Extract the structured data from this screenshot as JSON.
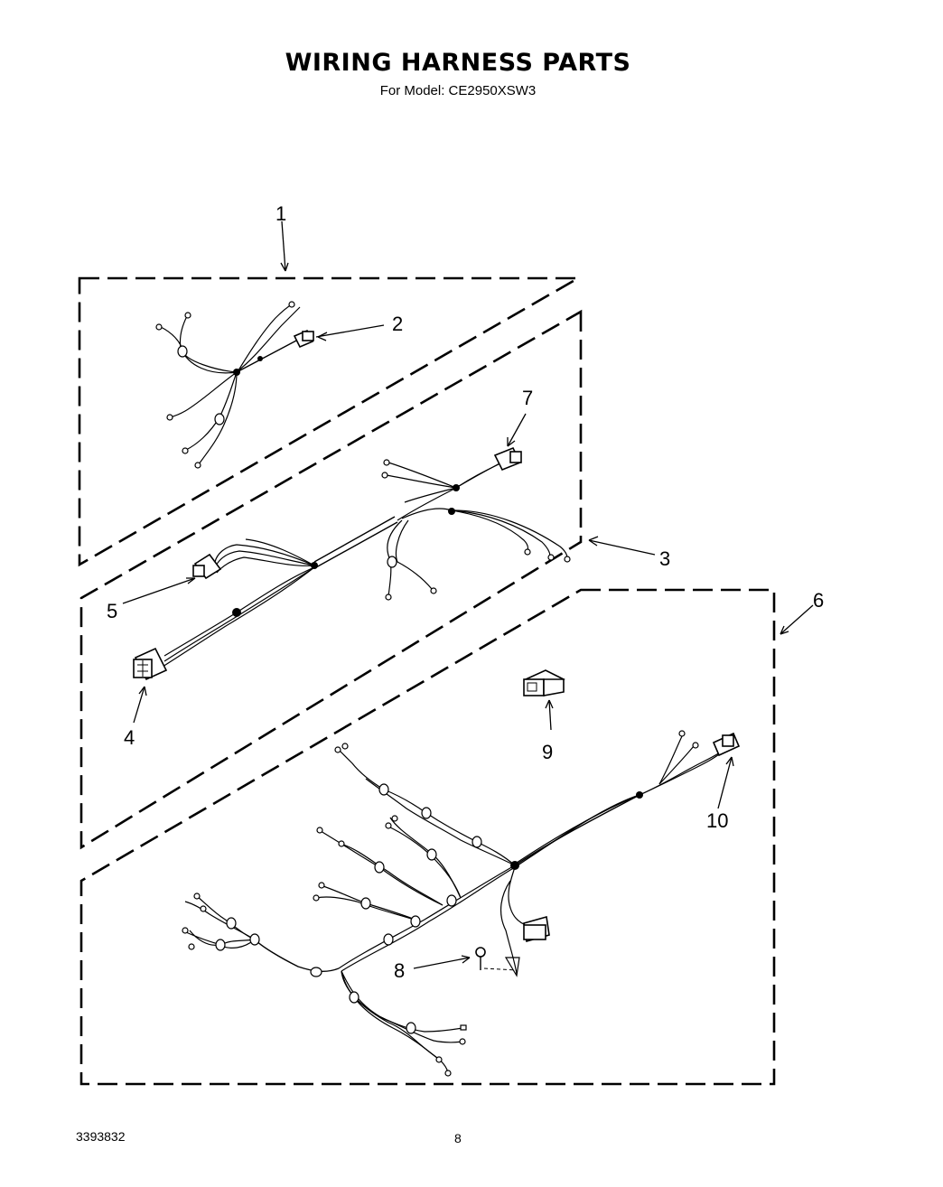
{
  "header": {
    "title": "WIRING HARNESS PARTS",
    "subtitle": "For Model: CE2950XSW3"
  },
  "callouts": {
    "c1": "1",
    "c2": "2",
    "c3": "3",
    "c4": "4",
    "c5": "5",
    "c6": "6",
    "c7": "7",
    "c8": "8",
    "c9": "9",
    "c10": "10"
  },
  "footer": {
    "doc_number": "3393832",
    "page_number": "8"
  }
}
